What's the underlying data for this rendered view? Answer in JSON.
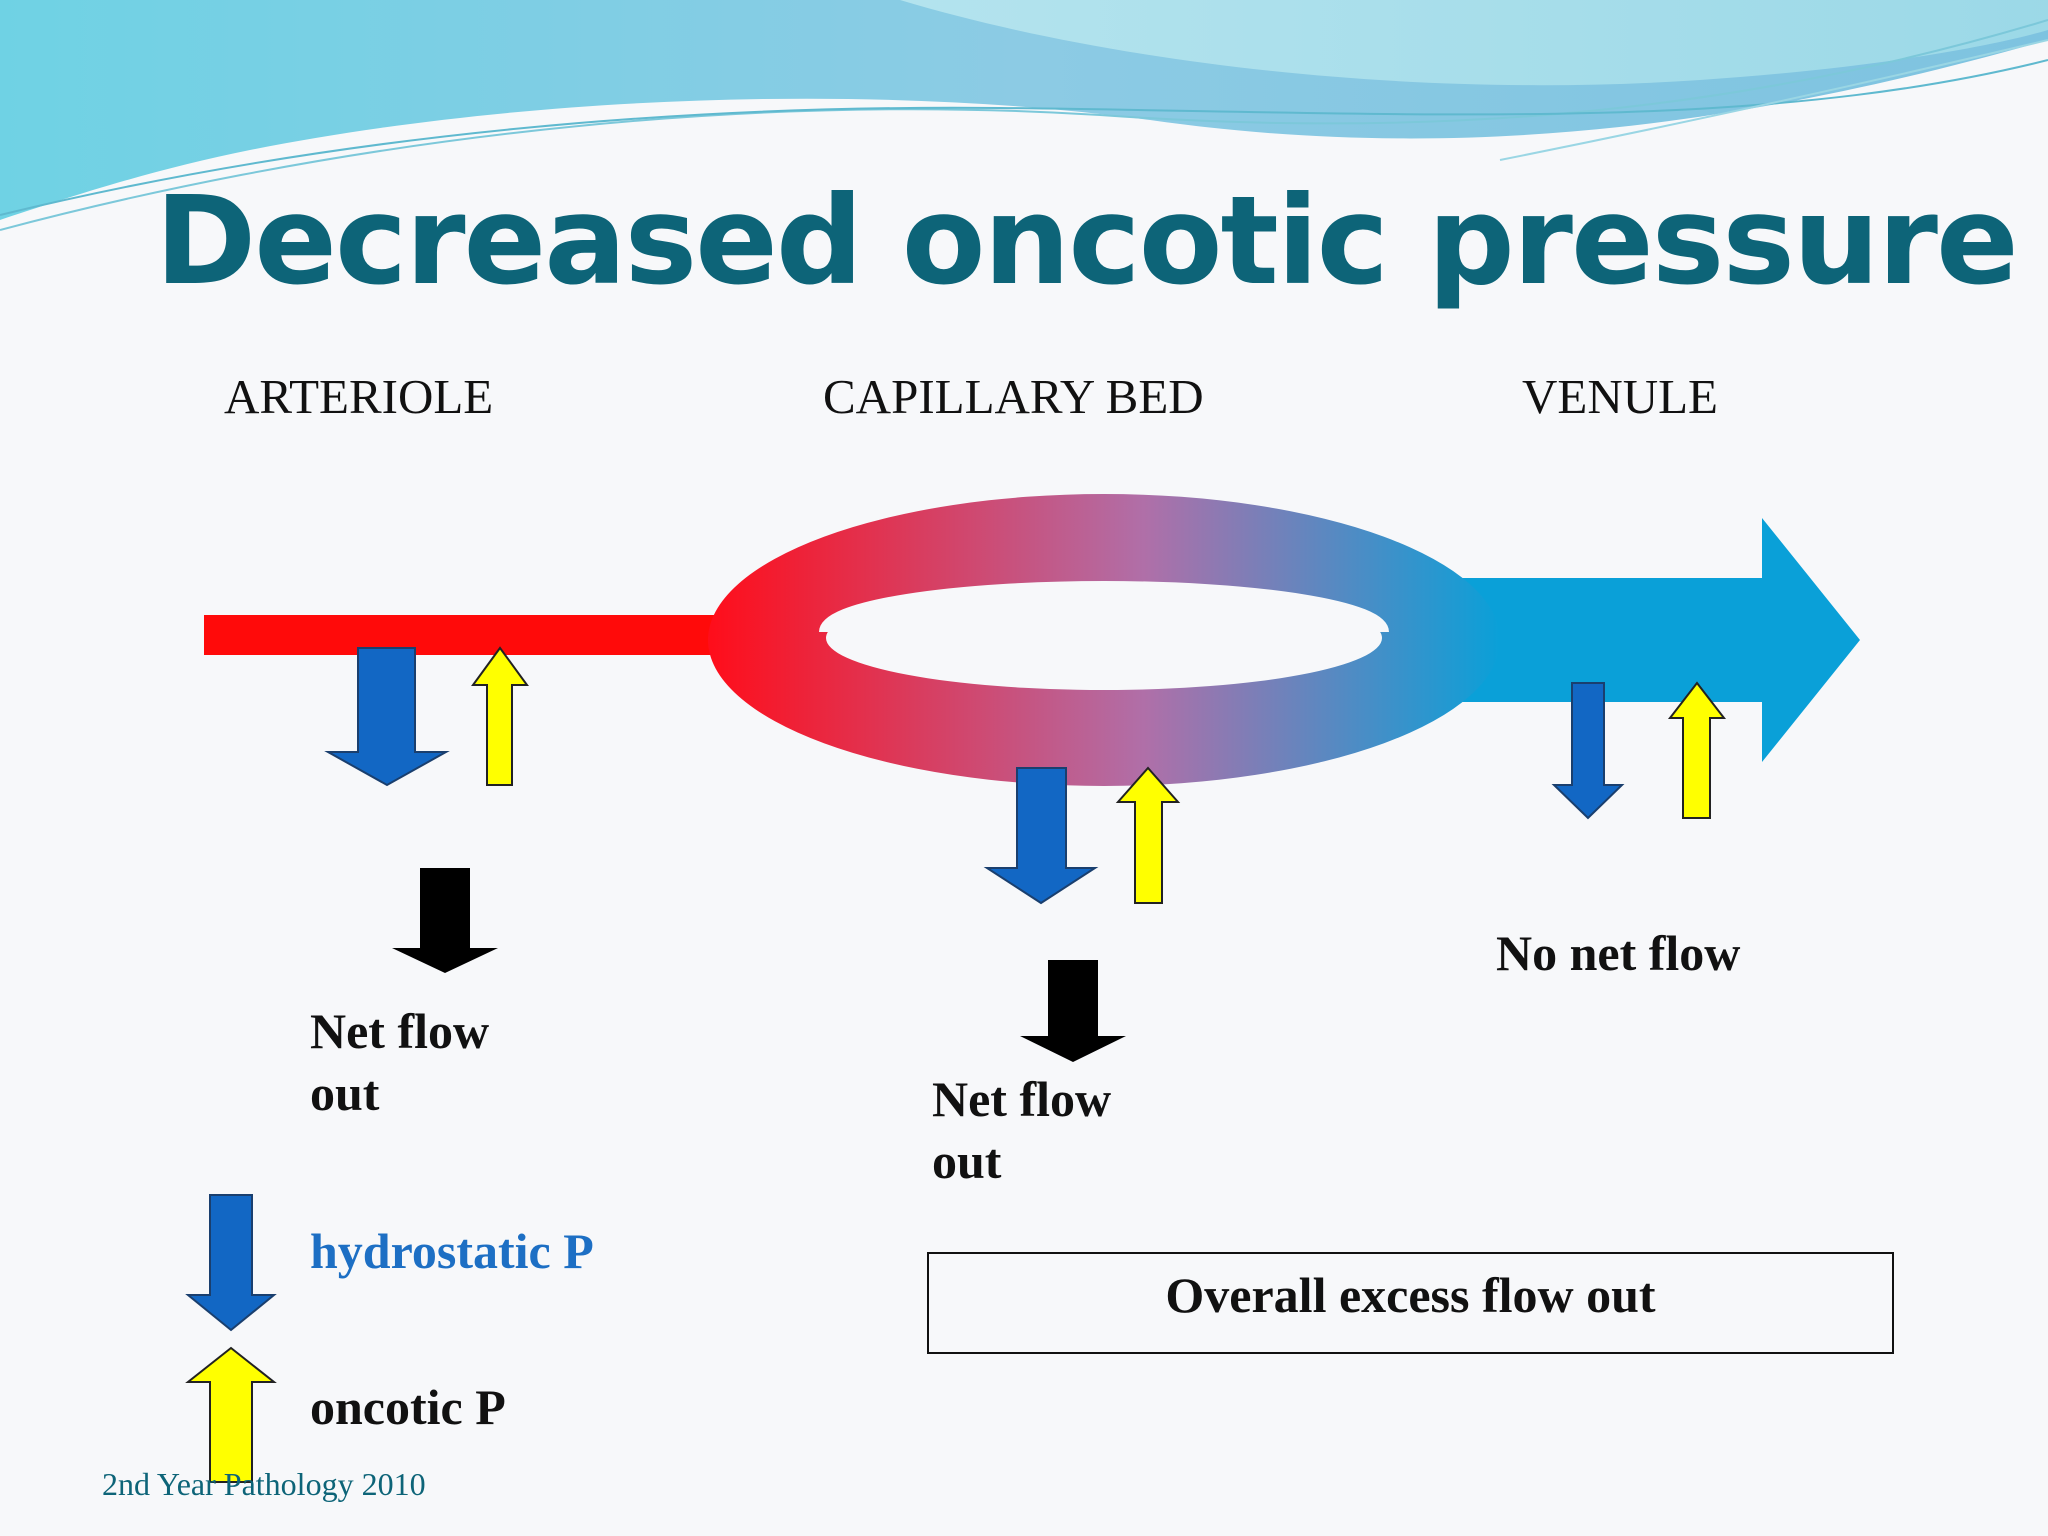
{
  "slide": {
    "title": "Decreased oncotic pressure",
    "footer": "2nd Year Pathology 2010"
  },
  "regions": {
    "arteriole": "ARTERIOLE",
    "capillary_bed": "CAPILLARY BED",
    "venule": "VENULE"
  },
  "flows": {
    "arteriole_line1": "Net flow",
    "arteriole_line2": "out",
    "capillary_line1": "Net flow",
    "capillary_line2": "out",
    "venule": "No net flow"
  },
  "summary": "Overall excess flow out",
  "legend": {
    "hydrostatic": "hydrostatic P",
    "oncotic": "oncotic P"
  },
  "colors": {
    "title": "#0d6478",
    "arterial": "#ff0a0a",
    "venous": "#0aa0d8",
    "hydrostatic_arrow": "#1267c4",
    "oncotic_arrow": "#ffff00",
    "net_arrow": "#000000",
    "hydrostatic_label": "#1d6fc4",
    "footer": "#0d6478"
  }
}
